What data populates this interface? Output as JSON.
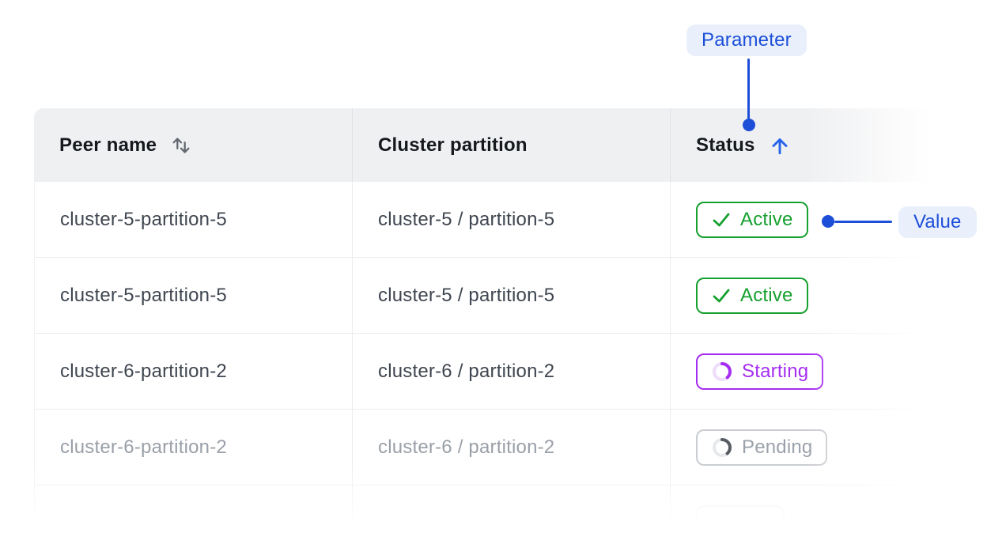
{
  "colors": {
    "accent_blue": "#1d4ed8",
    "sort_arrow_blue": "#2563eb",
    "annotation_pill_bg": "#e9f0fc",
    "active_green": "#16a02e",
    "starting_purple": "#a62df2",
    "pending_gray": "#9aa1ab",
    "pending_border": "#c9ccd0",
    "header_bg": "#eff0f2",
    "header_text": "#15181d",
    "cell_text": "#3f4650",
    "faded_text": "#9aa0a8",
    "border": "#ececef"
  },
  "annotations": {
    "parameter": {
      "label": "Parameter"
    },
    "value": {
      "label": "Value"
    }
  },
  "table": {
    "columns": [
      {
        "label": "Peer name",
        "sort": "unsorted",
        "sort_icon": "sort-both-icon"
      },
      {
        "label": "Cluster partition",
        "sort": null,
        "sort_icon": null
      },
      {
        "label": "Status",
        "sort": "ascending",
        "sort_icon": "sort-asc-icon"
      }
    ],
    "rows": [
      {
        "peer_name": "cluster-5-partition-5",
        "cluster_partition": "cluster-5 / partition-5",
        "status_label": "Active",
        "state": "active",
        "muted": false
      },
      {
        "peer_name": "cluster-5-partition-5",
        "cluster_partition": "cluster-5 / partition-5",
        "status_label": "Active",
        "state": "active",
        "muted": false
      },
      {
        "peer_name": "cluster-6-partition-2",
        "cluster_partition": "cluster-6 / partition-2",
        "status_label": "Starting",
        "state": "starting",
        "muted": false
      },
      {
        "peer_name": "cluster-6-partition-2",
        "cluster_partition": "cluster-6 / partition-2",
        "status_label": "Pending",
        "state": "pending",
        "muted": true
      },
      {
        "peer_name": "",
        "cluster_partition": "",
        "status_label": "",
        "state": "ghost",
        "muted": true
      }
    ]
  }
}
